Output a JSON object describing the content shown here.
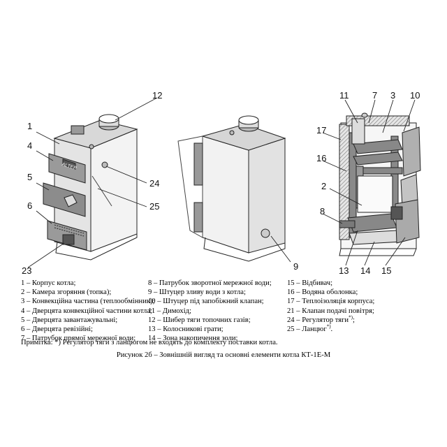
{
  "callouts": {
    "c1": "1",
    "c4": "4",
    "c5": "5",
    "c6": "6",
    "c23": "23",
    "c12": "12",
    "c24": "24",
    "c25": "25",
    "c9": "9",
    "c11": "11",
    "c7": "7",
    "c3": "3",
    "c10": "10",
    "c17": "17",
    "c16": "16",
    "c2": "2",
    "c8": "8",
    "c13": "13",
    "c14": "14",
    "c15": "15"
  },
  "brand_plate": "ALTEP",
  "legend": {
    "col1": [
      "1 – Корпус котла;",
      "2 – Камера згоряння (топка);",
      "3 – Конвекційна частина (теплообмінник);",
      "4 – Дверцята конвекційної частини котла;",
      "5 – Дверцята завантажувальні;",
      "6 – Дверцята ревізійні;",
      "7 – Патрубок прямої мережної води;"
    ],
    "col2": [
      "8 – Патрубок зворотної мережної води;",
      "9 – Штуцер зливу води з котла;",
      "10 – Штуцер під запобіжний клапан;",
      "11 – Димохід;",
      "12 – Шибер тяги топочних газів;",
      "13 – Колосникові грати;",
      "14 – Зона накопичення золи;"
    ],
    "col3": [
      "15 – Відбивач;",
      "16 – Водяна оболонка;",
      "17 – Теплоізоляція корпуса;",
      "21 – Клапан подачі повітря;"
    ],
    "item24": "24 – Регулятор тяги",
    "item25": "25 – Ланцюг",
    "footnote_mark": "*)"
  },
  "note": "Примітка: *) Регулятор тяги з ланцюгом не входять до комплекту поставки котла.",
  "caption": "Рисунок 2б – Зовнішній вигляд та основні елементи котла КТ-1Е-М"
}
